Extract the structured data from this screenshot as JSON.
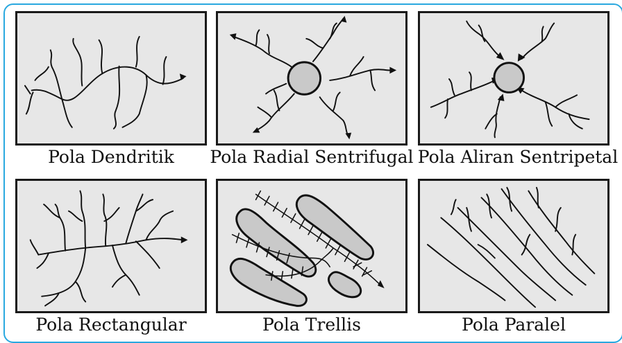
{
  "captions": {
    "dendritik": "Pola Dendritik",
    "radial": "Pola Radial Sentrifugal",
    "sentripetal": "Pola Aliran Sentripetal",
    "rectangular": "Pola Rectangular",
    "trellis": "Pola Trellis",
    "paralel": "Pola Paralel"
  },
  "colors": {
    "frame_border": "#29a8df",
    "panel_fill": "#e7e7e7",
    "line": "#111111",
    "mountain_fill": "#c9c9c9"
  }
}
